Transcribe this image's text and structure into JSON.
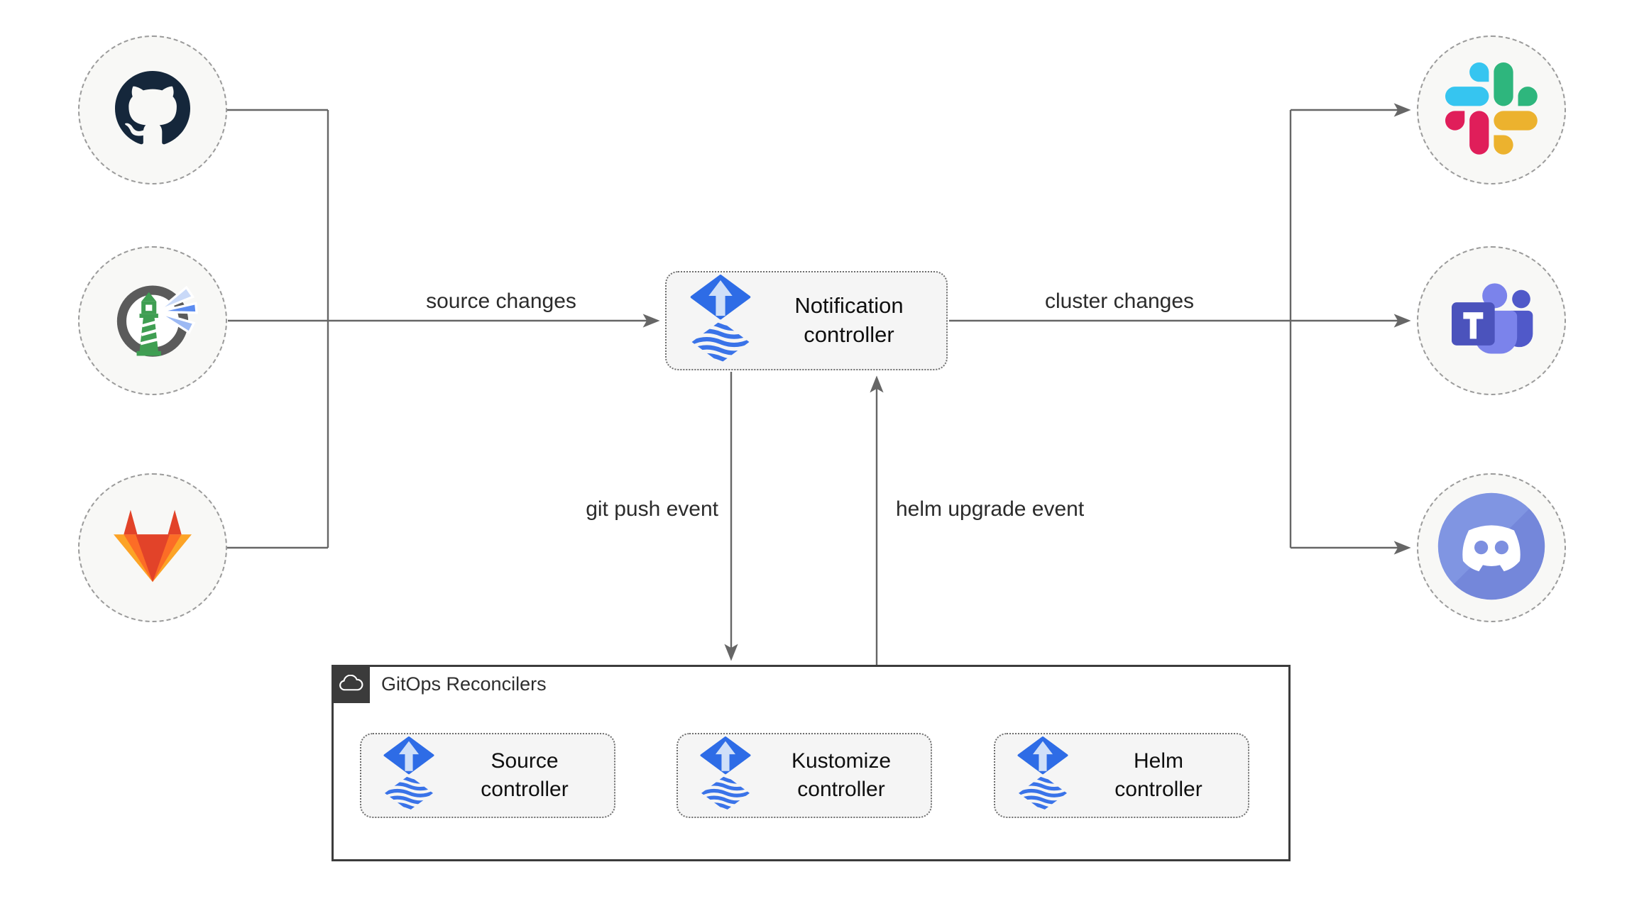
{
  "diagram_title": "Flux notification controller diagram",
  "palette": {
    "flux_blue": "#2e6ce6",
    "flux_arrow_light": "#cfdff8",
    "line_gray": "#666666",
    "node_fill": "#f5f5f5",
    "circle_fill": "#f8f8f6",
    "circle_border": "#9b9b9b",
    "group_border": "#3c3c3c",
    "group_header_bg": "#3b3b3b",
    "github_dark": "#15273b",
    "harbor_green": "#3f9e52",
    "gitlab_red": "#e24329",
    "gitlab_orange": "#fc6d26",
    "gitlab_yellow": "#fca326",
    "slack_blue": "#36C5F0",
    "slack_green": "#2EB67D",
    "slack_red": "#E01E5A",
    "slack_yellow": "#ECB22E",
    "teams_purple": "#4b53bc",
    "discord_blurple": "#7d8fe0"
  },
  "left_sources": {
    "items": [
      {
        "icon": "github-icon"
      },
      {
        "icon": "harbor-icon"
      },
      {
        "icon": "gitlab-icon"
      }
    ]
  },
  "notification_controller": {
    "label": "Notification controller",
    "icon": "flux-icon"
  },
  "edge_labels": {
    "source_changes": "source changes",
    "cluster_changes": "cluster changes",
    "git_push_event": "git push event",
    "helm_upgrade_event": "helm upgrade event"
  },
  "gitops_reconcilers": {
    "title": "GitOps Reconcilers",
    "icon": "cloud-icon",
    "controllers": [
      {
        "label": "Source controller",
        "icon": "flux-icon"
      },
      {
        "label": "Kustomize controller",
        "icon": "flux-icon"
      },
      {
        "label": "Helm controller",
        "icon": "flux-icon"
      }
    ]
  },
  "right_destinations": {
    "items": [
      {
        "icon": "slack-icon"
      },
      {
        "icon": "teams-icon"
      },
      {
        "icon": "discord-icon"
      }
    ]
  }
}
